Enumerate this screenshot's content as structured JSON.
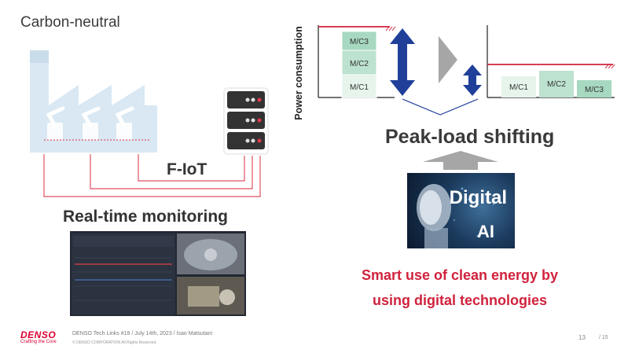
{
  "slide_title": "Carbon-neutral",
  "fiot_label": "F-IoT",
  "monitoring_label": "Real-time monitoring",
  "chart_ylabel": "Power consumption",
  "peak_label": "Peak-load shifting",
  "ai_box": {
    "line1": "Digital",
    "line2": "AI"
  },
  "smart_text": {
    "line1": "Smart use of clean energy by",
    "line2": "using digital technologies"
  },
  "before_chart": {
    "stack": [
      "M/C3",
      "M/C2",
      "M/C1"
    ]
  },
  "after_chart": {
    "bars": [
      "M/C1",
      "M/C2",
      "M/C3"
    ]
  },
  "colors": {
    "accent_red": "#d0223c",
    "arrow_blue": "#1f3f99",
    "machine_green": "#a7d8c0",
    "machine_light": "#e6f4ec"
  },
  "footer": {
    "logo": "DENSO",
    "tagline": "Crafting the Core",
    "line1": "DENSO Tech Links #18 / July 14th, 2023 / Isao Matsutani",
    "line2": "© DENSO CORPORATION All Rights Reserved.",
    "page": "13",
    "total": "/ 15"
  }
}
